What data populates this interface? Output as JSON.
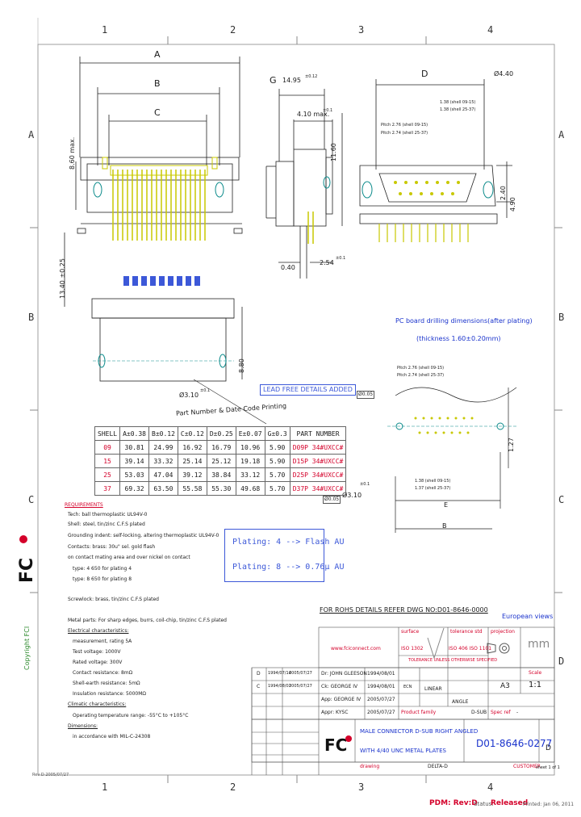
{
  "grid": {
    "columns": [
      "1",
      "2",
      "3",
      "4"
    ],
    "rows": [
      "A",
      "B",
      "C",
      "D"
    ]
  },
  "dimensions": {
    "A": "A",
    "B": "B",
    "C": "C",
    "D": "D",
    "E": "E",
    "G": "G",
    "d_14_95": "14.95",
    "d_14_95_tol": "±0.12",
    "d_4_10": "4.10 max.",
    "d_4_10_tol": "±0.1",
    "d_4_40": "Ø4.40",
    "d_8_60": "8.60 max.",
    "d_13_40": "13.40 ±0.25",
    "d_0_40": "0.40",
    "d_2_54": "2.54",
    "d_2_54_tol": "±0.1",
    "d_3_10": "Ø3.10",
    "d_3_10_tol": "±0.1",
    "d_0_05": "Ø0.05",
    "d_0_05b": "Ø0.05",
    "d_1_27": "1.27",
    "d_8_80": "8.80",
    "d_4_90": "4.90",
    "d_2_40": "2.40",
    "d_11_60": "11.60"
  },
  "pitch_notes": {
    "p1": "1.38 (shell 09-15)",
    "p2": "1.38 (shell 25-37)",
    "p3": "Pitch 2.76 (shell 09-15)",
    "p4": "Pitch 2.74 (shell 25-37)",
    "p5": "Pitch 2.76 (shell 09-15)",
    "p6": "Pitch 2.74 (shell 25-37)",
    "p7": "1.38 (shell 09-15)",
    "p8": "1.37 (shell 25-37)"
  },
  "pcb_title": "PC board drilling dimensions(after plating)",
  "pcb_thickness": "(thickness 1.60±0.20mm)",
  "lead_free": "LEAD FREE DETAILS ADDED",
  "part_number_note": "Part Number & Date Code Printing",
  "table": {
    "headers": [
      "SHELL",
      "A±0.38",
      "B±0.12",
      "C±0.12",
      "D±0.25",
      "E±0.07",
      "G±0.3",
      "PART NUMBER"
    ],
    "rows": [
      [
        "09",
        "30.81",
        "24.99",
        "16.92",
        "16.79",
        "10.96",
        "5.90",
        "D09P 34#UXCC#"
      ],
      [
        "15",
        "39.14",
        "33.32",
        "25.14",
        "25.12",
        "19.18",
        "5.90",
        "D15P 34#UXCC#"
      ],
      [
        "25",
        "53.03",
        "47.04",
        "39.12",
        "38.84",
        "33.12",
        "5.70",
        "D25P 34#UXCC#"
      ],
      [
        "37",
        "69.32",
        "63.50",
        "55.58",
        "55.30",
        "49.68",
        "5.70",
        "D37P 34#UXCC#"
      ]
    ]
  },
  "plating": {
    "line1": "Plating: 4 --> Flash AU",
    "line2": "Plating: 8 --> 0.76µ AU"
  },
  "requirements": {
    "title": "REQUIREMENTS",
    "lines": [
      "Tech: ball thermoplastic UL94V-0",
      "Shell: steel, tin/zinc C.F.S plated",
      "Grounding indent: self-locking, altering thermoplastic UL94V-0",
      "Contacts: brass: 30u\" sel. gold flash",
      "on contact mating area and over nickel on contact",
      "type: 4   650 for plating 4",
      "type: 8   650 for plating 8",
      "",
      "Screwlock: brass, tin/zinc C.F.S plated",
      "",
      "Metal parts: For sharp edges, burrs, coil-chip, tin/zinc C.F.S plated",
      "Electrical characteristics:",
      "measurement, rating 5A",
      "Test voltage: 1000V",
      "Rated voltage: 300V",
      "Contact resistance: 8mΩ",
      "Shell-earth resistance: 5mΩ",
      "Insulation resistance: 5000MΩ",
      "Climatic characteristics:",
      "Operating temperature range: -55°C to +105°C",
      "Dimensions:",
      "in accordance with MIL-C-24308"
    ]
  },
  "copyright": "Copyright FCI",
  "rohs": "FOR ROHS DETAILS REFER DWG NO:D01-8646-0000",
  "projection": "European views",
  "titleblock": {
    "website": "www.fciconnect.com",
    "surface_label": "surface",
    "surface_value": "ISO 1302",
    "tolerance_label": "tolerance std",
    "tolerance_value": "ISO 406 ISO 1101",
    "tolerance_note": "TOLERANCE UNLESS OTHERWISE SPECIFIED",
    "projection_label": "projection",
    "units": "mm",
    "scale_label": "Scale",
    "scale_value": "1:1",
    "format": "A3",
    "linear": "LINEAR",
    "angle": "ANGLE",
    "drawn": "Dr: JOHN GLEESON",
    "drawn_date": "1994/08/01",
    "checked": "Ck: GEORGE IV",
    "checked_date": "1994/08/01",
    "approved": "App: GEORGE IV",
    "approved_date": "2005/07/27",
    "appr2": "Appr: KYSC",
    "appr2_date": "2005/07/27",
    "product_family_label": "Product family",
    "product_family": "D-SUB",
    "spec_ref_label": "Spec ref",
    "spec_ref": "-",
    "title_line1": "MALE CONNECTOR D-SUB RIGHT ANGLED",
    "title_line2": "WITH 4/40 UNC METAL PLATES",
    "part_number": "D01-8646-0277",
    "rev": "D",
    "customer_label": "CUSTOMER",
    "sheet": "sheet 1 of 1",
    "drawing_label": "drawing",
    "delta": "DELTA-D",
    "eco": "ECN",
    "rev_rows": [
      [
        "D",
        "1994/07/14",
        "2005/07/27"
      ],
      [
        "C",
        "1994/08/01",
        "2005/07/27"
      ]
    ]
  },
  "footer": {
    "pdm": "PDM: Rev:D",
    "status_label": "Status:",
    "status_value": "Released",
    "printed": "Printed: Jan 06, 2011",
    "bottom_left": "Rev D  2005/07/27"
  }
}
